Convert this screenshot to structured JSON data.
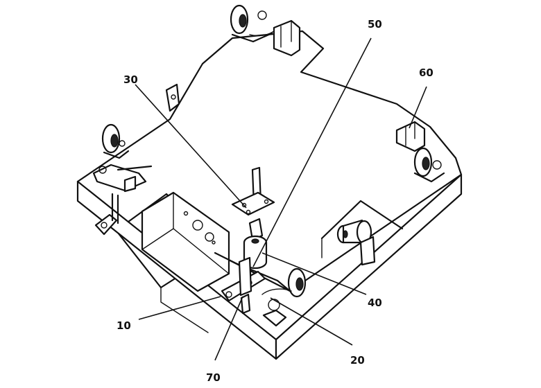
{
  "callouts": [
    {
      "id": "10",
      "text": "10"
    },
    {
      "id": "20",
      "text": "20"
    },
    {
      "id": "30",
      "text": "30"
    },
    {
      "id": "40",
      "text": "40"
    },
    {
      "id": "50",
      "text": "50"
    },
    {
      "id": "60",
      "text": "60"
    },
    {
      "id": "70",
      "text": "70"
    }
  ]
}
